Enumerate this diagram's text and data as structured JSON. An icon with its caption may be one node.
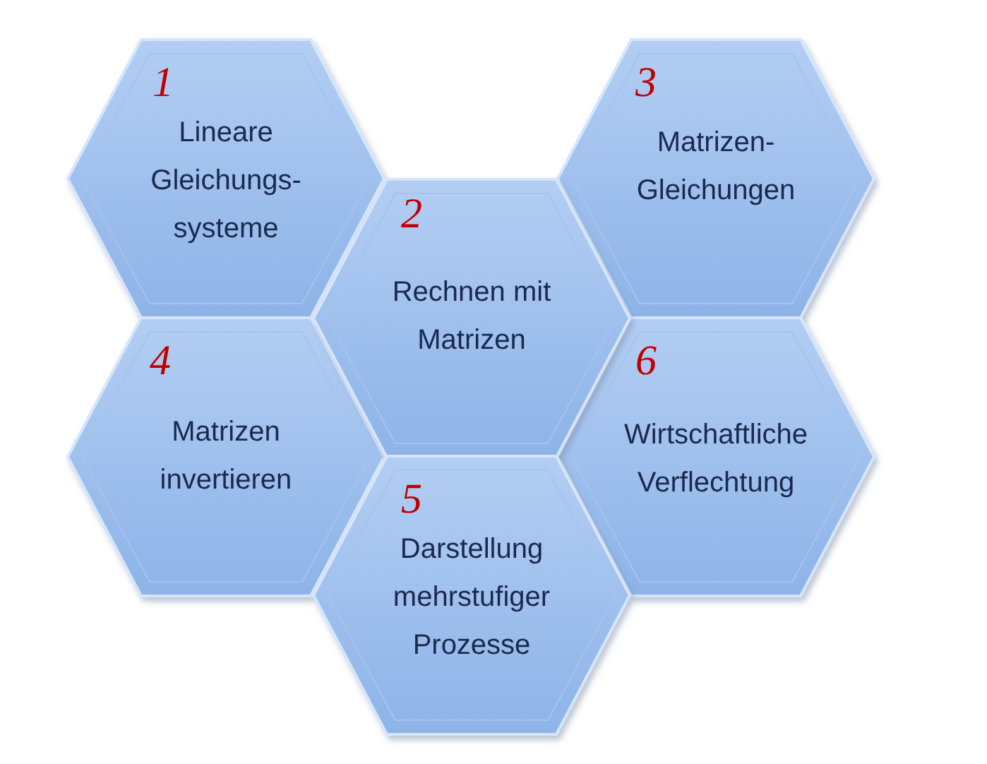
{
  "diagram": {
    "nodes": [
      {
        "text": [
          "1",
          "Lineare Gleichungs- systeme"
        ]
      },
      {
        "text": [
          "3",
          "Matrizen- Gleichungen"
        ]
      },
      {
        "text": [
          "2",
          "Rechnen mit Matrizen"
        ]
      },
      {
        "text": [
          "4",
          "Matrizen invertieren"
        ]
      },
      {
        "text": [
          "6",
          "Wirtschaftliche Verflechtung"
        ]
      },
      {
        "text": [
          "5",
          "Darstellung mehrstufiger Prozesse"
        ]
      }
    ]
  }
}
